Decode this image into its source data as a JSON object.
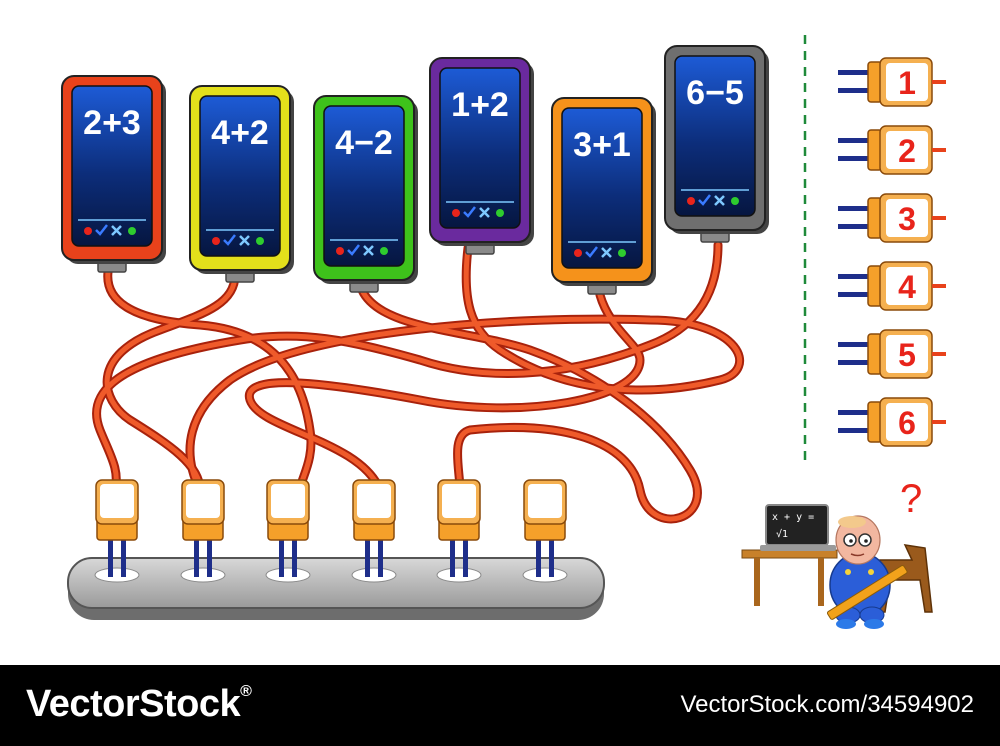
{
  "puzzle": {
    "phones": [
      {
        "label": "2+3",
        "color": "#e8421b"
      },
      {
        "label": "4+2",
        "color": "#e3e01b"
      },
      {
        "label": "4−2",
        "color": "#3ec21b"
      },
      {
        "label": "1+2",
        "color": "#6a2a9e"
      },
      {
        "label": "3+1",
        "color": "#f5921b"
      },
      {
        "label": "6−5",
        "color": "#6f6f6f"
      }
    ],
    "answer_plugs": [
      "1",
      "2",
      "3",
      "4",
      "5",
      "6"
    ],
    "laptop_text": {
      "line1": "x + y =",
      "line2": "√1"
    },
    "question_mark": "?",
    "cable_color": "#e8421b"
  },
  "footer": {
    "brand": "VectorStock",
    "brand_mark": "®",
    "image_id": "VectorStock.com/34594902"
  }
}
